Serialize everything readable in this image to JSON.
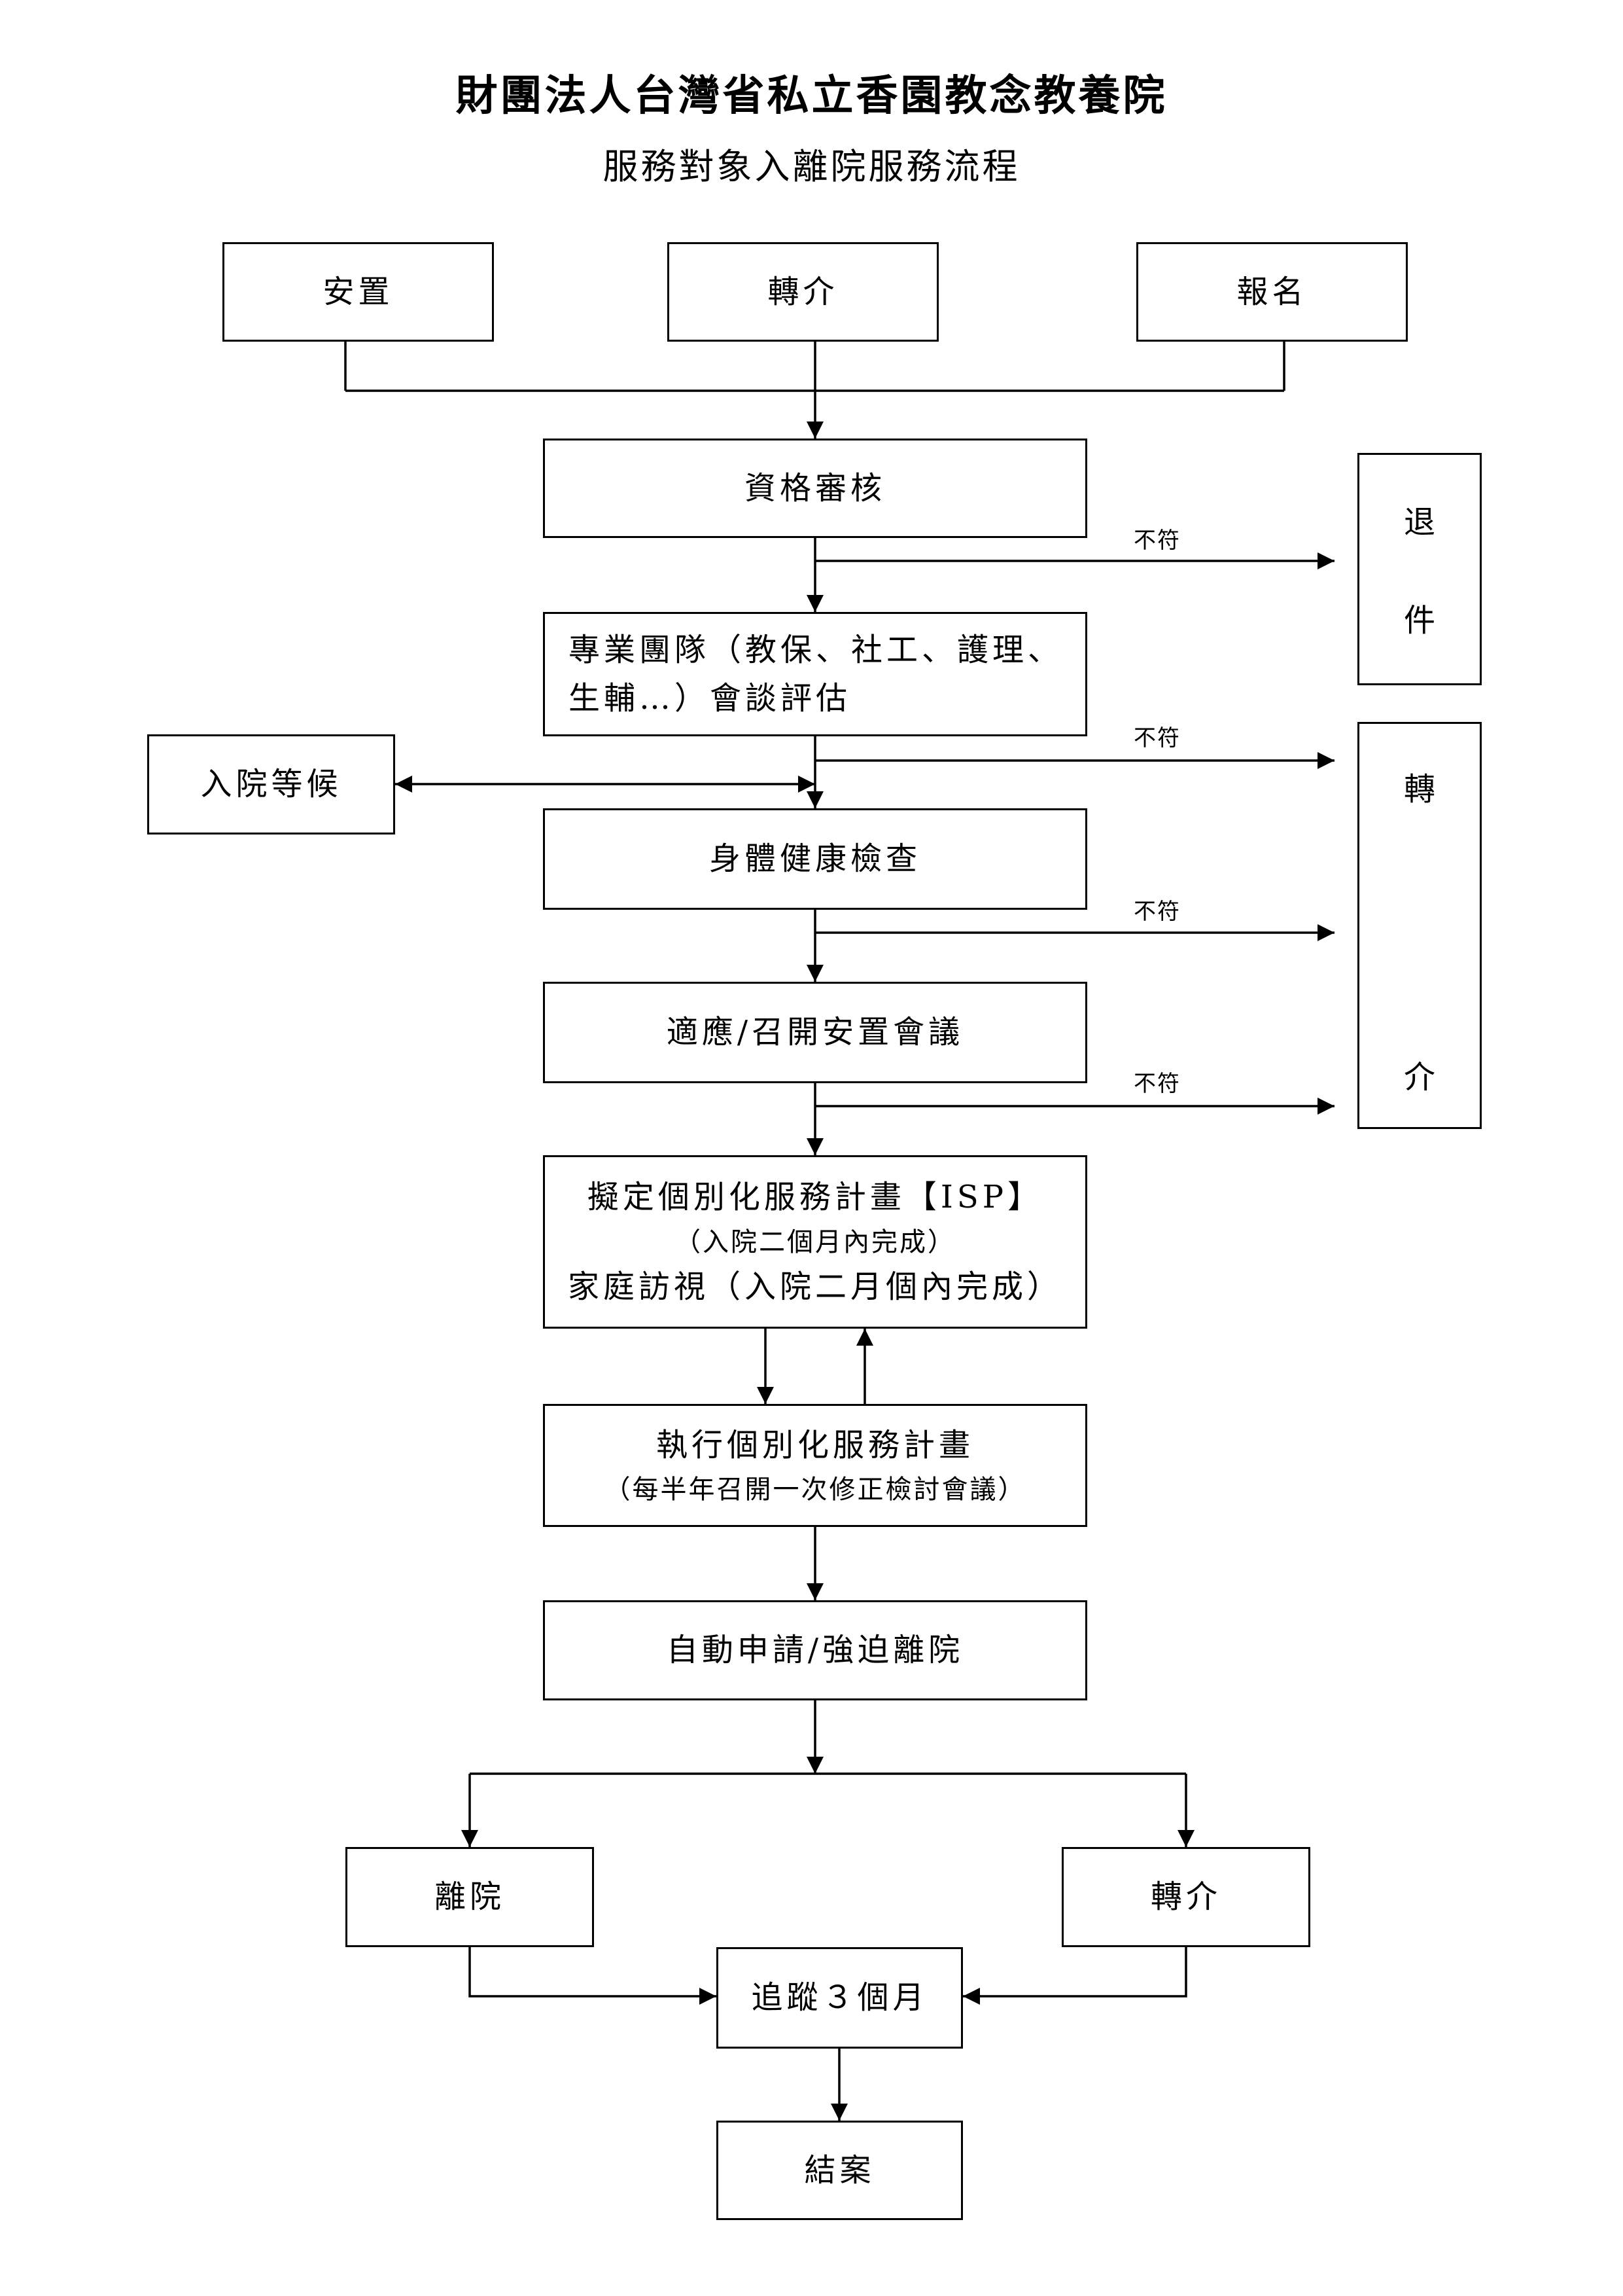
{
  "header": {
    "title": "財團法人台灣省私立香園教念教養院",
    "subtitle": "服務對象入離院服務流程"
  },
  "sources": {
    "placement": "安置",
    "referral": "轉介",
    "registration": "報名"
  },
  "steps": {
    "eligibility": "資格審核",
    "team_line1": "專業團隊（教保、社工、護理、",
    "team_line2": "生輔…）會談評估",
    "health": "身體健康檢查",
    "adaptation": "適應/召開安置會議",
    "isp_line1": "擬定個別化服務計畫【ISP】",
    "isp_line2": "（入院二個月內完成）",
    "isp_line3": "家庭訪視（入院二月個內完成）",
    "exec_line1": "執行個別化服務計畫",
    "exec_line2": "（每半年召開一次修正檢討會議）",
    "discharge_request": "自動申請/強迫離院",
    "leave": "離院",
    "transfer_out": "轉介",
    "followup": "追蹤３個月",
    "close": "結案"
  },
  "side": {
    "waiting": "入院等候",
    "return_char1": "退",
    "return_char2": "件",
    "refer_char1": "轉",
    "refer_char2": "介",
    "not_match": "不符"
  }
}
